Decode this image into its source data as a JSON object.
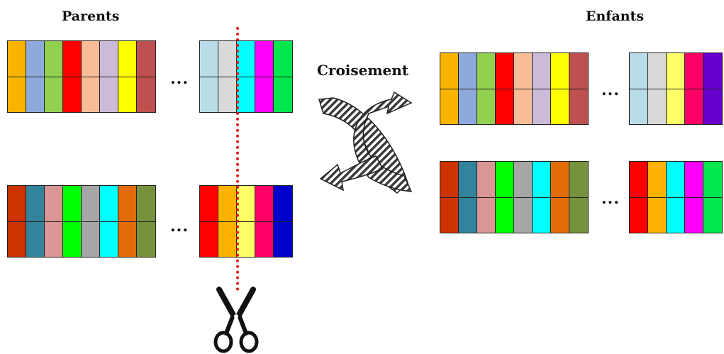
{
  "labels": {
    "parents": "Parents",
    "children": "Enfants",
    "crossover": "Croisement",
    "ellipsis": "..."
  },
  "icons": {
    "crossover": "crossover-arrows-icon",
    "cut": "scissors-icon"
  },
  "colors": {
    "cut_line": "#e01919"
  },
  "blocks": [
    {
      "role": "parent-1-left",
      "colors": [
        "#f9b400",
        "#8eaadc",
        "#92d050",
        "#ff0000",
        "#f8bd97",
        "#cbbbd9",
        "#ffff00",
        "#bf5050"
      ]
    },
    {
      "role": "parent-1-right",
      "colors": [
        "#b8dde8",
        "#d9d9d9",
        "#00ffff",
        "#ff00ff",
        "#00e64d"
      ]
    },
    {
      "role": "parent-2-left",
      "colors": [
        "#cc3300",
        "#31849b",
        "#d99694",
        "#00ff00",
        "#a6a6a6",
        "#00ffff",
        "#e36c0a",
        "#76923c"
      ]
    },
    {
      "role": "parent-2-right",
      "colors": [
        "#ff0000",
        "#ffb300",
        "#ffff66",
        "#ff0066",
        "#0000cc"
      ]
    },
    {
      "role": "child-1-left",
      "colors": [
        "#f9b400",
        "#8eaadc",
        "#92d050",
        "#ff0000",
        "#f8bd97",
        "#cbbbd9",
        "#ffff00",
        "#bf5050"
      ]
    },
    {
      "role": "child-1-right",
      "colors": [
        "#b8dde8",
        "#d9d9d9",
        "#ffff66",
        "#ff0066",
        "#6600cc"
      ]
    },
    {
      "role": "child-2-left",
      "colors": [
        "#cc3300",
        "#31849b",
        "#d99694",
        "#00ff00",
        "#a6a6a6",
        "#00ffff",
        "#e36c0a",
        "#76923c"
      ]
    },
    {
      "role": "child-2-right",
      "colors": [
        "#ff0000",
        "#ffb300",
        "#00ffff",
        "#ff00ff",
        "#00e64d"
      ]
    }
  ]
}
